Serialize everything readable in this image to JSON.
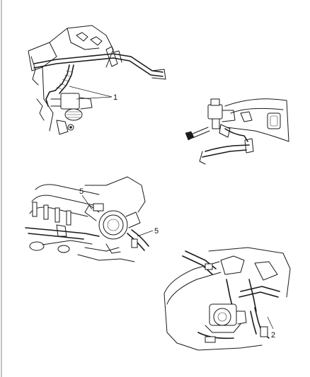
{
  "callouts": [
    {
      "id": "c1",
      "text": "1"
    },
    {
      "id": "c5a",
      "text": "5"
    },
    {
      "id": "c5b",
      "text": "5"
    },
    {
      "id": "c2",
      "text": "2"
    }
  ]
}
